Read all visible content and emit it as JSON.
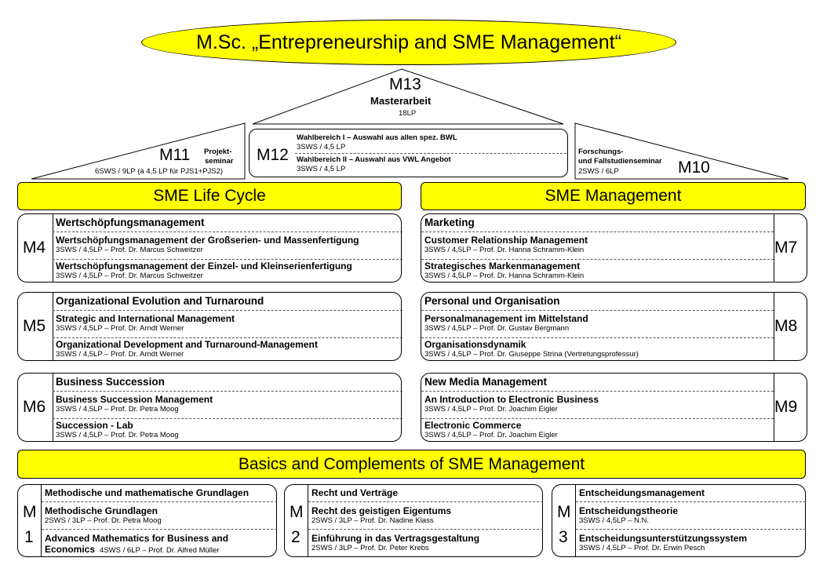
{
  "title": "M.Sc. „Entrepreneurship and SME Management“",
  "top": {
    "m13": {
      "code": "M13",
      "name": "Masterarbeit",
      "credits": "18LP"
    },
    "m11": {
      "code": "M11",
      "name_line1": "Projekt-",
      "name_line2": "seminar",
      "details": "6SWS / 9LP (à 4,5 LP für PJS1+PJS2)"
    },
    "m12": {
      "code": "M12",
      "rows": [
        {
          "title": "Wahlbereich I – Auswahl aus allen spez. BWL",
          "details": "3SWS / 4,5 LP"
        },
        {
          "title": "Wahlbereich II – Auswahl aus VWL Angebot",
          "details": "3SWS / 4,5 LP"
        }
      ]
    },
    "m10": {
      "code": "M10",
      "name_line1": "Forschungs-",
      "name_line2": "und Fallstudienseminar",
      "details": "2SWS / 6LP"
    }
  },
  "columns": {
    "left": "SME Life Cycle",
    "right": "SME Management"
  },
  "modules_left": [
    {
      "code": "M4",
      "header": "Wertschöpfungsmanagement",
      "courses": [
        {
          "title": "Wertschöpfungsmanagement der Großserien- und Massenfertigung",
          "details": "3SWS / 4,5LP – Prof. Dr. Marcus Schweitzer"
        },
        {
          "title": "Wertschöpfungsmanagement der Einzel- und Kleinserienfertigung",
          "details": "3SWS / 4,5LP – Prof. Dr. Marcus Schweitzer"
        }
      ]
    },
    {
      "code": "M5",
      "header": "Organizational Evolution and Turnaround",
      "courses": [
        {
          "title": "Strategic and International Management",
          "details": "3SWS / 4,5LP – Prof. Dr. Arndt Werner"
        },
        {
          "title": "Organizational Development and Turnaround-Management",
          "details": "3SWS / 4,5LP – Prof. Dr. Arndt Werner"
        }
      ]
    },
    {
      "code": "M6",
      "header": "Business Succession",
      "courses": [
        {
          "title": "Business  Succession Management",
          "details": "3SWS / 4,5LP – Prof. Dr. Petra Moog"
        },
        {
          "title": "Succession  - Lab",
          "details": "3SWS / 4,5LP – Prof. Dr. Petra Moog"
        }
      ]
    }
  ],
  "modules_right": [
    {
      "code": "M7",
      "header": "Marketing",
      "courses": [
        {
          "title": "Customer Relationship Management",
          "details": "3SWS /  4,5LP – Prof. Dr. Hanna Schramm-Klein"
        },
        {
          "title": "Strategisches Markenmanagement",
          "details": "3SWS / 4,5LP – Prof. Dr. Hanna Schramm-Klein"
        }
      ]
    },
    {
      "code": "M8",
      "header": "Personal und Organisation",
      "courses": [
        {
          "title": "Personalmanagement im Mittelstand",
          "details": "3SWS / 4,5LP – Prof. Dr. Gustav Bergmann"
        },
        {
          "title": "Organisationsdynamik",
          "details": "3SWS / 4,5LP – Prof. Dr. Giuseppe Strina (Vertretungsprofessur)"
        }
      ]
    },
    {
      "code": "M9",
      "header": "New Media Management",
      "courses": [
        {
          "title": "An Introduction to Electronic Business",
          "details": "3SWS /  4,5LP – Prof. Dr. Joachim Eigler"
        },
        {
          "title": "Electronic Commerce",
          "details": "3SWS / 4,5LP – Prof. Dr. Joachim Eigler"
        }
      ]
    }
  ],
  "basics": "Basics and Complements of SME Management",
  "bottom": [
    {
      "code_a": "M",
      "code_b": "1",
      "header": "Methodische und mathematische Grundlagen",
      "courses": [
        {
          "title": "Methodische Grundlagen",
          "details": "2SWS / 3LP – Prof. Dr. Petra Moog"
        },
        {
          "title": "Advanced Mathematics for Business  and",
          "title2": "Economics",
          "details": "4SWS / 6LP – Prof. Dr. Alfred Müller"
        }
      ]
    },
    {
      "code_a": "M",
      "code_b": "2",
      "header": "Recht und Verträge",
      "courses": [
        {
          "title": "Recht des geistigen Eigentums",
          "details": "2SWS / 3LP – Prof. Dr. Nadine Klass"
        },
        {
          "title": "Einführung  in das Vertragsgestaltung",
          "details": "2SWS / 3LP – Prof. Dr. Peter Krebs"
        }
      ]
    },
    {
      "code_a": "M",
      "code_b": "3",
      "header": "Entscheidungsmanagement",
      "courses": [
        {
          "title": "Entscheidungstheorie",
          "details": "3SWS / 4,5LP – N.N."
        },
        {
          "title": "Entscheidungsunterstützungssystem",
          "details": "3SWS  / 4,5LP – Prof. Dr. Erwin Pesch"
        }
      ]
    }
  ]
}
